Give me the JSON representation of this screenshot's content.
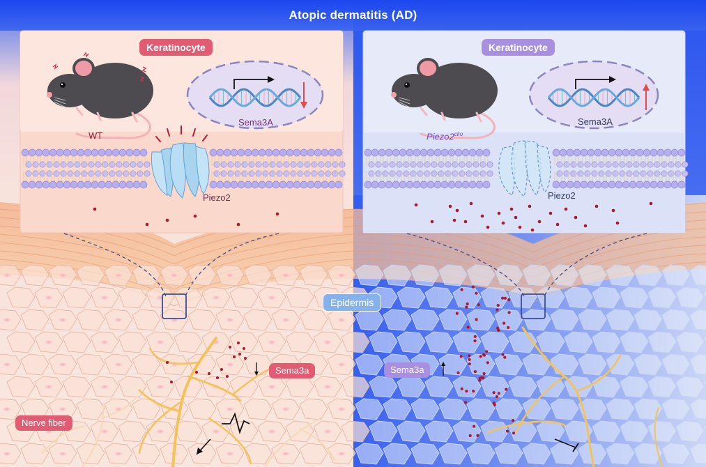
{
  "title": "Atopic dermatitis (AD)",
  "left_panel": {
    "header": "Keratinocyte",
    "mouse_label": "WT",
    "gene_label": "Sema3A",
    "channel_label": "Piezo2",
    "expression_change": "down"
  },
  "right_panel": {
    "header": "Keratinocyte",
    "mouse_label": "Piezo2",
    "mouse_label_sup": "cko",
    "gene_label": "Sema3A",
    "channel_label": "Piezo2",
    "expression_change": "up"
  },
  "skin": {
    "epidermis_label": "Epidermis",
    "left_sema3a_label": "Sema3a",
    "right_sema3a_label": "Sema3a",
    "left_arrow": "↓",
    "right_arrow": "↑",
    "nerve_label": "Nerve fiber"
  },
  "colors": {
    "top_band": "#1f4ef0",
    "left_bg": "#f9e4dc",
    "right_bg": "#3d66ef",
    "red_pill": "#e15b73",
    "purple_pill": "#a98fe0",
    "epidermis_pill": "#86b2ec",
    "dot": "#b01729",
    "nerve": "#f3c35a",
    "membrane_head": "#b7aef0",
    "channel": "#a9d4f0",
    "mouse": "#4d4b50"
  }
}
